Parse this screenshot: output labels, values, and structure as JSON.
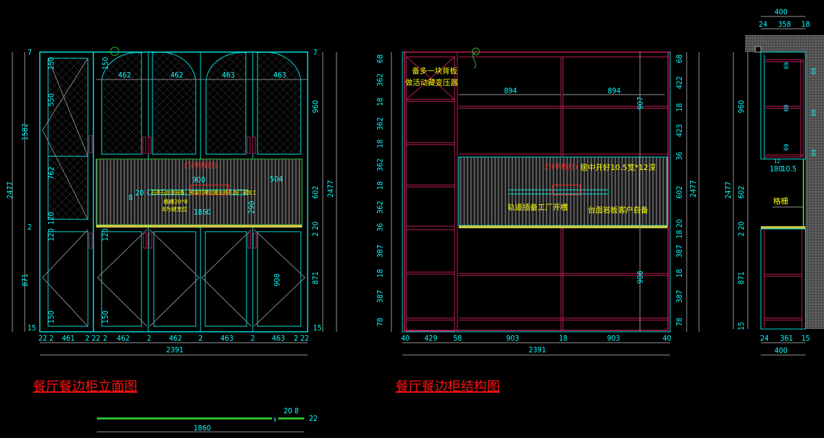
{
  "drawing": {
    "colors": {
      "background": "#000000",
      "frame": "#00e5e5",
      "structure": "#c81e5a",
      "dimension_text": "#00ffff",
      "dimension_line": "#9a9a9a",
      "note_text": "#ffff00",
      "title_text": "#ff1010",
      "grille": "#2fbf2f",
      "countertop": "#c8c84a"
    }
  },
  "elevation": {
    "title": "餐厅餐边柜立面图",
    "left_dims": [
      "7",
      "1582",
      "2",
      "871",
      "15"
    ],
    "left_total": "2477",
    "right_dims": [
      "7",
      "960",
      "602",
      "2 20",
      "871",
      "15"
    ],
    "right_total": "2477",
    "bottom_dims": [
      "22 2",
      "461",
      "2 22",
      "2",
      "462",
      "2",
      "462",
      "2",
      "463",
      "2",
      "463",
      "2 22"
    ],
    "bottom_total": "2391",
    "upper_door_widths": [
      "462",
      "462",
      "463",
      "463"
    ],
    "door_inner_dims": [
      "150",
      "550",
      "762",
      "120",
      "120",
      "150",
      "150",
      "120",
      "150"
    ],
    "inner_labels": {
      "d908": "908",
      "d900": "900",
      "d504": "504",
      "d1860": "1860",
      "d20": "20",
      "d8": "8",
      "d290": "290"
    },
    "light_label": "灯(平板灯)",
    "grille_note_1": "格栅20*8",
    "grille_note_2": "8为缝宽位",
    "rail_note": "石英石台面自备，预留灯槽位置出线孔由厂家加工"
  },
  "structure": {
    "title": "餐厅餐边柜结构图",
    "left_dims": [
      "68",
      "362",
      "18",
      "362",
      "18",
      "362",
      "18",
      "362",
      "36",
      "387",
      "18",
      "387",
      "78"
    ],
    "right_dims": [
      "68",
      "422",
      "18",
      "423",
      "36",
      "602",
      "18 20",
      "387",
      "18",
      "387",
      "78"
    ],
    "right_total": "2477",
    "bottom_dims": [
      "40",
      "429",
      "58",
      "903",
      "18",
      "903",
      "40"
    ],
    "bottom_total": "2391",
    "shelf_widths": [
      "894",
      "894"
    ],
    "inner_heights": [
      "907",
      "908"
    ],
    "note_backboard_1": "备多一块背板",
    "note_backboard_2": "做活动藏变压器",
    "light_label": "灯(平板灯)",
    "slot_note": "居中开好10.5宽*12深",
    "rail_note": "轨道插备工厂开槽",
    "countertop_note": "台面岩板客户自备"
  },
  "section": {
    "top_dims": [
      "24",
      "358",
      "18"
    ],
    "top_total": "400",
    "left_dims": [
      "960",
      "2477",
      "602",
      "2 20",
      "871",
      "15"
    ],
    "shelf_dims": [
      "69",
      "69",
      "69"
    ],
    "gap_dims": [
      "180",
      "10.5",
      "12"
    ],
    "grille_label": "格栅",
    "bottom_dims": [
      "24",
      "361",
      "15"
    ],
    "bottom_total": "400"
  },
  "grille_detail": {
    "dims_top": "20 8",
    "dim_side": "22",
    "dim_gap": "9",
    "length": "1860"
  }
}
